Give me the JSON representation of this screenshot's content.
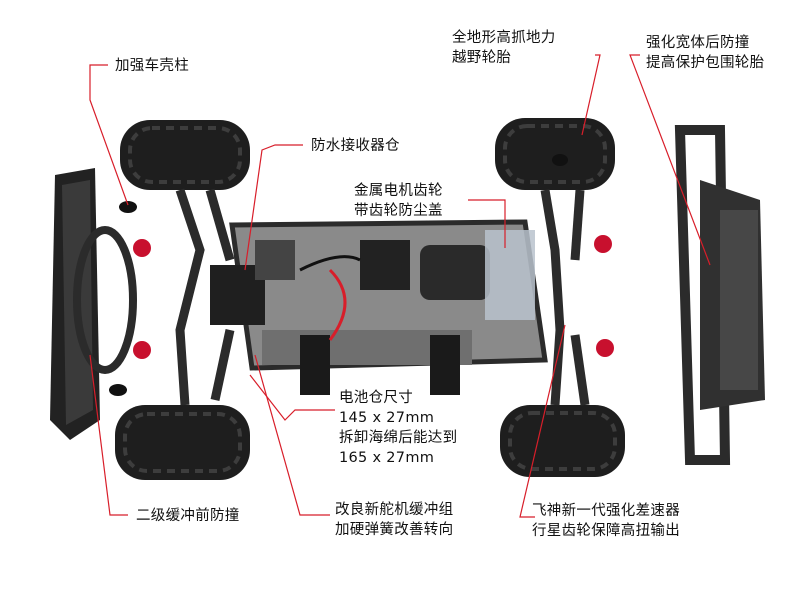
{
  "colors": {
    "leader_line": "#d81e2a",
    "chassis_dark": "#2b2b2b",
    "tray_gray": "#8a8a8a",
    "tire": "#1e1e1e",
    "red_hub": "#c8102e"
  },
  "labels": {
    "shell_post": "加强车壳柱",
    "receiver_box": "防水接收器仓",
    "tires_line1": "全地形高抓地力",
    "tires_line2": "越野轮胎",
    "rear_bumper_line1": "强化宽体后防撞",
    "rear_bumper_line2": "提高保护包围轮胎",
    "motor_gear_line1": "金属电机齿轮",
    "motor_gear_line2": "带齿轮防尘盖",
    "battery_line1": "电池仓尺寸",
    "battery_line2": "145 x 27mm",
    "battery_line3": "拆卸海绵后能达到",
    "battery_line4": "165 x 27mm",
    "front_bumper": "二级缓冲前防撞",
    "servo_line1": "改良新舵机缓冲组",
    "servo_line2": "加硬弹簧改善转向",
    "diff_line1": "飞神新一代强化差速器",
    "diff_line2": "行星齿轮保障高扭输出"
  }
}
